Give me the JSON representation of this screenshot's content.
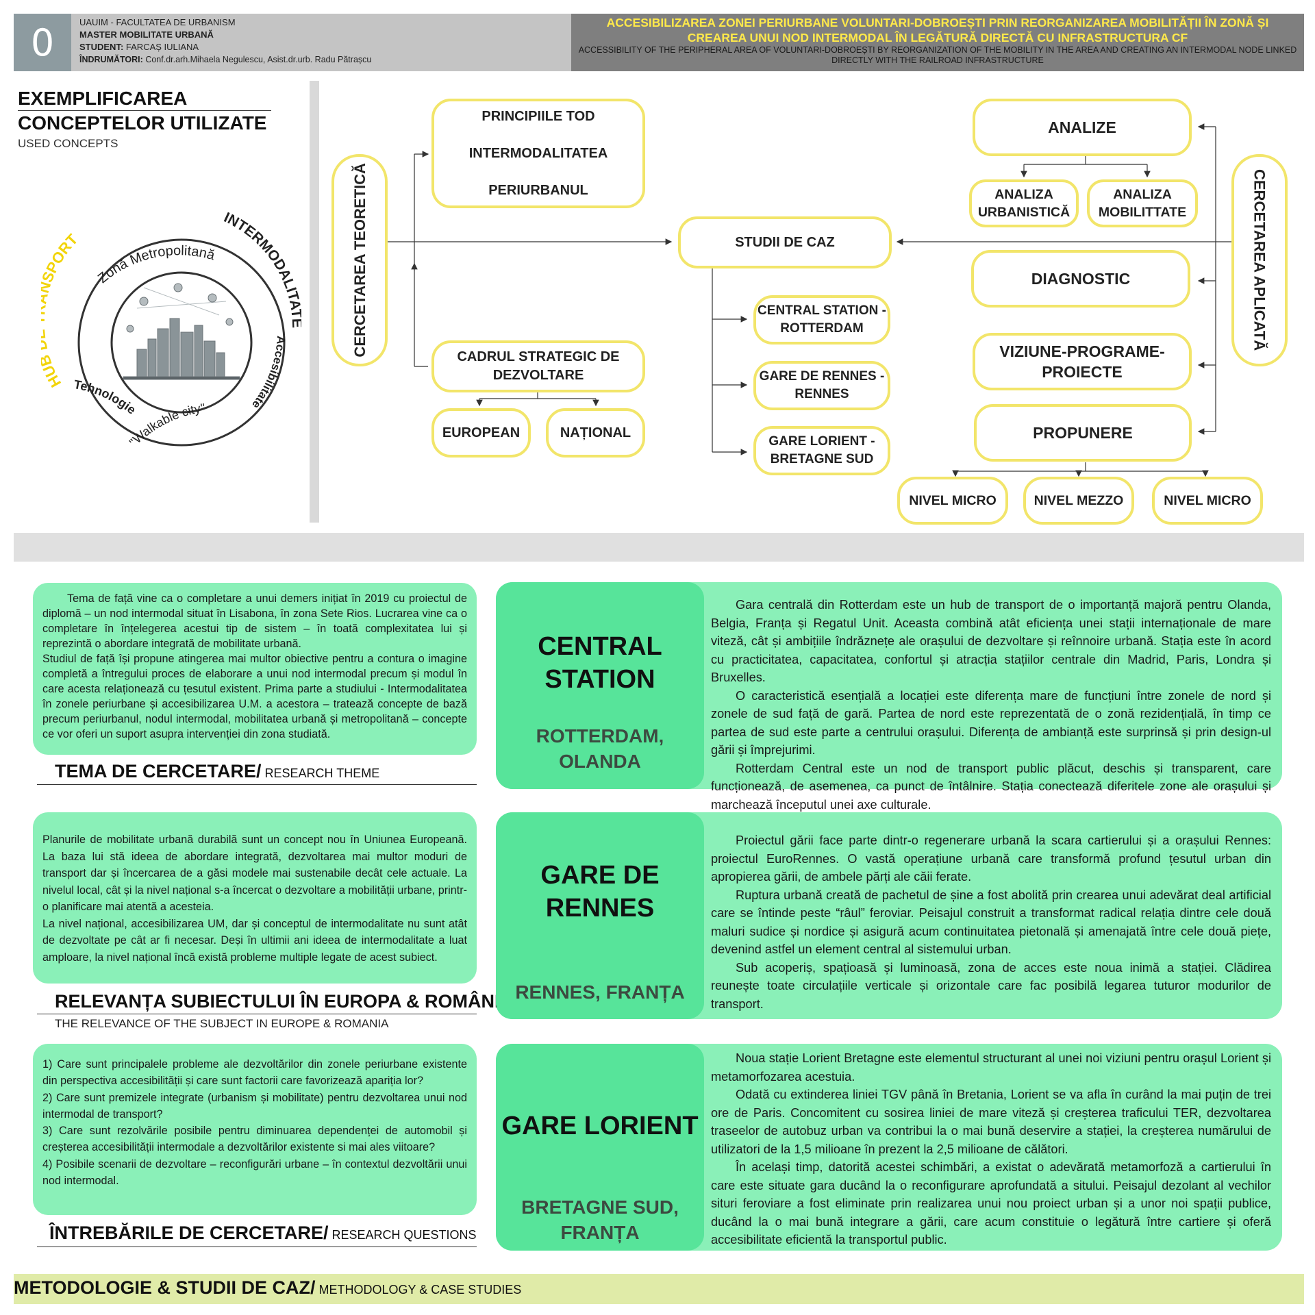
{
  "header": {
    "number": "0",
    "institution": "UAUIM - FACULTATEA DE URBANISM",
    "program": "MASTER MOBILITATE URBANĂ",
    "student_label": "STUDENT:",
    "student": "FARCAȘ IULIANA",
    "advisors_label": "ÎNDRUMĂTORI:",
    "advisors": "Conf.dr.arh.Mihaela Negulescu, Asist.dr.urb. Radu Pătrașcu",
    "title_ro": "ACCESIBILIZAREA ZONEI PERIURBANE VOLUNTARI-DOBROEȘTI PRIN REORGANIZAREA MOBILITĂȚII ÎN ZONĂ ȘI CREAREA UNUI NOD INTERMODAL ÎN LEGĂTURĂ DIRECTĂ CU INFRASTRUCTURA CF",
    "title_en": "ACCESSIBILITY OF THE PERIPHERAL AREA OF VOLUNTARI-DOBROEȘTI BY REORGANIZATION OF THE MOBILITY IN THE AREA  AND CREATING AN INTERMODAL NODE LINKED DIRECTLY WITH THE RAILROAD INFRASTRUCTURE"
  },
  "concepts": {
    "title_line1": "EXEMPLIFICAREA",
    "title_line2": "CONCEPTELOR UTILIZATE",
    "subtitle": "USED CONCEPTS",
    "ring": {
      "metro": "Zonă Metropolitană",
      "intermod": "INTERMODALITATE",
      "access": "Accesibilitate",
      "walk": "\"Walkable city\"",
      "tech": "Tehnologie",
      "hub": "HUB DE TRANSPORT"
    },
    "colors": {
      "hub": "#f2d40a",
      "ring": "#333333"
    }
  },
  "flow": {
    "theoretical": "CERCETAREA TEORETICĂ",
    "applied": "CERCETAREA APLICATĂ",
    "tod": {
      "l1": "PRINCIPIILE TOD",
      "l2": "INTERMODALITATEA",
      "l3": "PERIURBANUL"
    },
    "strategic": {
      "l1": "CADRUL STRATEGIC DE",
      "l2": "DEZVOLTARE"
    },
    "european": "EUROPEAN",
    "national": "NAȚIONAL",
    "case_studies": "STUDII DE CAZ",
    "cs1": {
      "l1": "CENTRAL STATION -",
      "l2": "ROTTERDAM"
    },
    "cs2": {
      "l1": "GARE DE RENNES -",
      "l2": "RENNES"
    },
    "cs3": {
      "l1": "GARE LORIENT -",
      "l2": "BRETAGNE SUD"
    },
    "analize": "ANALIZE",
    "a_urb": {
      "l1": "ANALIZA",
      "l2": "URBANISTICĂ"
    },
    "a_mob": {
      "l1": "ANALIZA",
      "l2": "MOBILITTATE"
    },
    "diagnostic": "DIAGNOSTIC",
    "vision": {
      "l1": "VIZIUNE-PROGRAME-",
      "l2": "PROIECTE"
    },
    "proposal": "PROPUNERE",
    "micro1": "NIVEL MICRO",
    "mezzo": "NIVEL MEZZO",
    "micro2": "NIVEL MICRO",
    "border_color": "#f2e56a"
  },
  "theme": {
    "p1": "Tema de față vine ca o completare a unui demers inițiat în 2019 cu proiectul de diplomă – un nod intermodal situat în Lisabona, în zona Sete Rios. Lucrarea vine ca o completare în înțelegerea acestui tip de sistem – în toată complexitatea lui și reprezintă o abordare integrată de mobilitate urbană.",
    "p2": "Studiul de față își propune atingerea mai multor obiective pentru a contura o imagine completă a întregului proces de elaborare a unui nod intermodal precum și modul în care acesta relaționează cu țesutul existent. Prima parte a studiului - Intermodalitatea în zonele periurbane și accesibilizarea U.M. a acestora – tratează concepte de bază precum periurbanul, nodul intermodal, mobilitatea urbană și metropolitană – concepte ce vor oferi un suport asupra intervenției din zona studiată.",
    "title": "TEMA DE CERCETARE/",
    "title_en": " RESEARCH THEME"
  },
  "relevance": {
    "p1": "Planurile de mobilitate urbană durabilă sunt un concept nou în Uniunea Europeană. La baza lui stă ideea de abordare integrată, dezvoltarea mai multor moduri de transport dar și încercarea de a găsi modele mai sustenabile decât cele actuale. La nivelul local, cât și la nivel național s-a încercat o dezvoltare a mobilității urbane, printr-o planificare mai atentă a acesteia.",
    "p2": "La nivel național, accesibilizarea UM, dar și conceptul de intermodalitate nu sunt atât de dezvoltate pe cât ar fi necesar. Deși în ultimii ani ideea de intermodalitate a luat amploare, la nivel național încă există probleme multiple legate de acest subiect.",
    "title": "RELEVANȚA SUBIECTULUI ÎN EUROPA & ROMÂNIA",
    "title_en": "THE RELEVANCE OF THE SUBJECT IN EUROPE & ROMANIA"
  },
  "questions": {
    "q1": "1)   Care sunt principalele probleme ale  dezvoltărilor din zonele periurbane existente din perspectiva accesibilității și care sunt factorii care favorizează apariția lor?",
    "q2": "2)   Care sunt premizele integrate (urbanism și mobilitate) pentru dezvoltarea unui nod intermodal de transport?",
    "q3": "3)   Care sunt rezolvările posibile pentru diminuarea dependenței de automobil și creșterea accesibilității intermodale a dezvoltărilor existente si mai ales viitoare?",
    "q4": "4)   Posibile scenarii de dezvoltare – reconfigurări urbane – în contextul dezvoltării unui nod intermodal.",
    "title": "ÎNTREBĂRILE DE CERCETARE/",
    "title_en": " RESEARCH QUESTIONS"
  },
  "case1": {
    "name1": "CENTRAL",
    "name2": "STATION",
    "loc1": "ROTTERDAM,",
    "loc2": "OLANDA",
    "p1": "Gara centrală din Rotterdam este un hub de transport de o importanță majoră pentru Olanda, Belgia, Franța și Regatul Unit.  Aceasta combină atât eficiența unei stații internaționale de mare viteză, cât și ambițiile îndrăznețe ale orașului de dezvoltare și reînnoire urbană. Stația este în acord cu practicitatea, capacitatea, confortul și atracția stațiilor centrale din Madrid, Paris, Londra și Bruxelles.",
    "p2": "O caracteristică esențială a locației este diferența mare de funcțiuni între zonele de nord și zonele de sud față de gară. Partea de nord este reprezentată de o zonă rezidențială, în timp ce partea de sud este parte a centrului orașului. Diferența de ambianță este surprinsă și prin design-ul gării și împrejurimi.",
    "p3": "Rotterdam Central este un nod de transport public plăcut, deschis și transparent, care funcționează, de asemenea, ca punct de întâlnire. Stația conectează diferitele zone ale orașului și marchează începutul unei axe culturale."
  },
  "case2": {
    "name1": "GARE DE",
    "name2": "RENNES",
    "loc1": "RENNES, FRANȚA",
    "p1": "Proiectul gării face parte dintr-o regenerare urbană la scara cartierului și a orașului Rennes: proiectul EuroRennes. O vastă operațiune urbană care transformă profund țesutul urban din apropierea gării, de ambele părți ale căii ferate.",
    "p2": "Ruptura urbană creată de pachetul de șine a fost abolită prin crearea unui adevărat deal artificial care se întinde peste “râul” feroviar. Peisajul construit a transformat radical relația dintre cele două maluri sudice și nordice și asigură acum continuitatea pietonală și amenajată între cele două piețe, devenind astfel un element central al sistemului urban.",
    "p3": "Sub acoperiș, spațioasă și luminoasă, zona de acces este noua inimă a stației. Clădirea reunește toate circulațiile verticale și orizontale care fac posibilă legarea tuturor modurilor de transport."
  },
  "case3": {
    "name1": "GARE LORIENT",
    "loc1": "BRETAGNE SUD,",
    "loc2": "FRANȚA",
    "p1": "Noua stație Lorient Bretagne este elementul structurant al unei noi viziuni pentru orașul Lorient și metamorfozarea acestuia.",
    "p2": "Odată cu extinderea liniei TGV până în Bretania, Lorient se va afla în curând la mai puțin de trei ore de Paris. Concomitent cu sosirea liniei de mare viteză și creșterea traficului TER, dezvoltarea traseelor de autobuz urban va contribui la o mai bună deservire a stației, la creșterea numărului de utilizatori de la 1,5 milioane în prezent la 2,5 milioane de călători.",
    "p3": "În același timp, datorită acestei schimbări, a existat o adevărată metamorfoză a cartierului în care este situate gara ducând la o reconfigurare aprofundată a sitului. Peisajul dezolant al vechilor situri feroviare a fost eliminate prin realizarea unui nou proiect urban și a unor noi spații publice, ducând la o mai bună integrare a gării, care acum constituie o legătură între cartiere și oferă accesibilitate eficientă la transportul public."
  },
  "footer": {
    "title": "METODOLOGIE & STUDII DE CAZ/",
    "title_en": " METHODOLOGY & CASE STUDIES"
  }
}
